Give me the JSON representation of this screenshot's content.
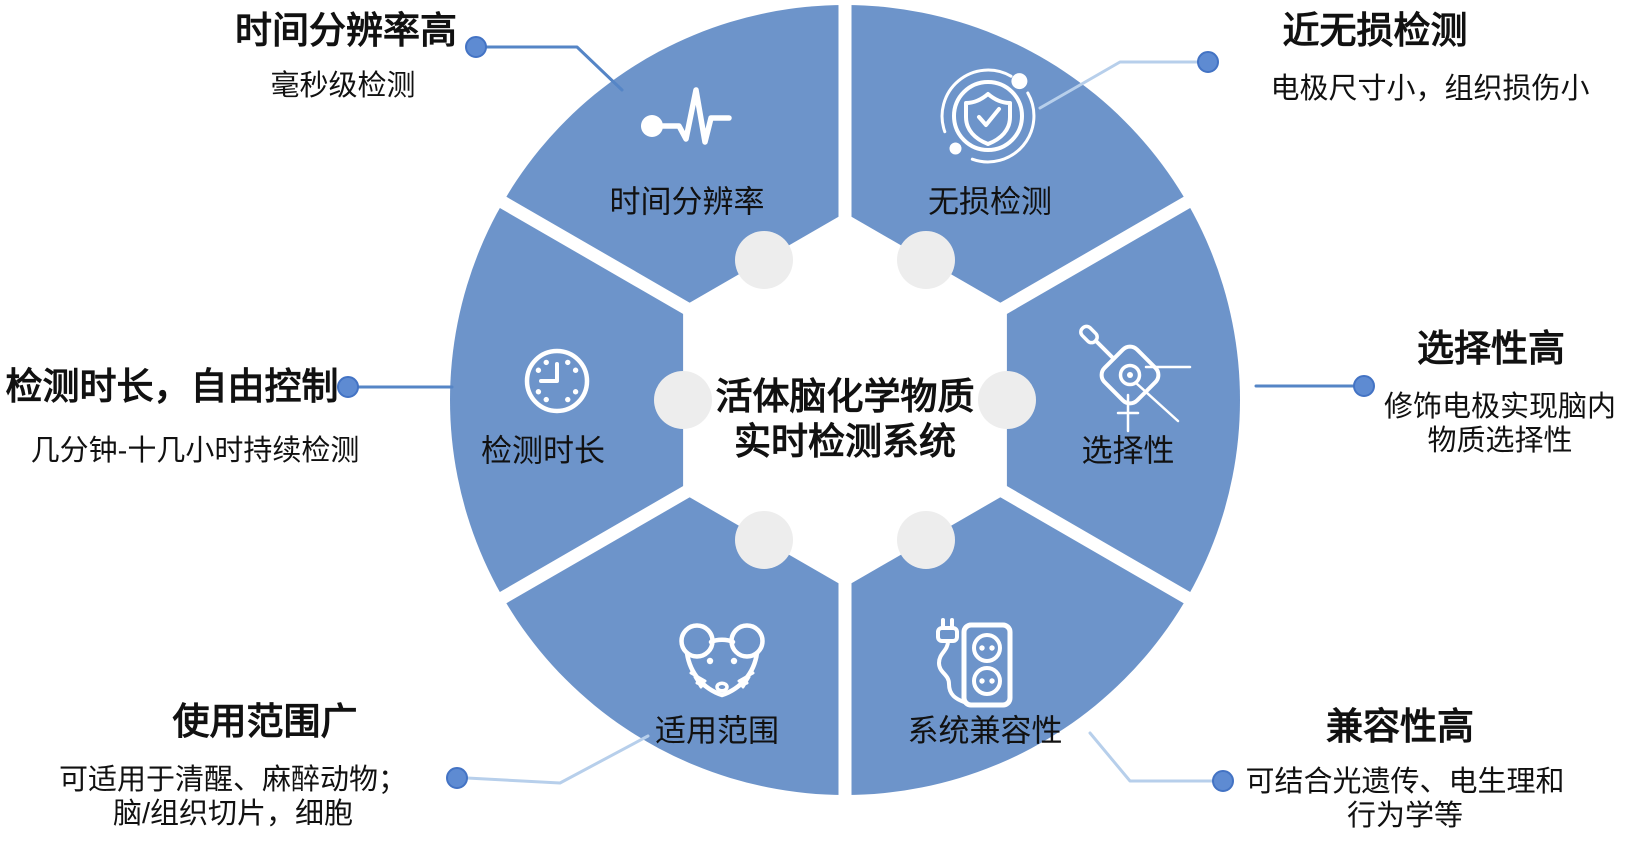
{
  "center": {
    "title": "活体脑化学物质\n实时检测系统"
  },
  "segments": [
    {
      "label": "时间分辨率",
      "icon": "pulse-waveform-icon",
      "position": "top-left"
    },
    {
      "label": "无损检测",
      "icon": "shield-check-icon",
      "position": "top-right"
    },
    {
      "label": "选择性",
      "icon": "satellite-probe-icon",
      "position": "right"
    },
    {
      "label": "系统兼容性",
      "icon": "power-socket-plug-icon",
      "position": "bottom-right"
    },
    {
      "label": "适用范围",
      "icon": "mouse-animal-icon",
      "position": "bottom-left"
    },
    {
      "label": "检测时长",
      "icon": "clock-icon",
      "position": "left"
    }
  ],
  "callouts": [
    {
      "title": "时间分辨率高",
      "description": "毫秒级检测",
      "position": "top-left"
    },
    {
      "title": "近无损检测",
      "description": "电极尺寸小，组织损伤小",
      "position": "top-right"
    },
    {
      "title": "选择性高",
      "description": "修饰电极实现脑内\n物质选择性",
      "position": "right"
    },
    {
      "title": "兼容性高",
      "description": "可结合光遗传、电生理和\n行为学等",
      "position": "bottom-right"
    },
    {
      "title": "使用范围广",
      "description": "可适用于清醒、麻醉动物；\n脑/组织切片，细胞",
      "position": "bottom-left"
    },
    {
      "title": "检测时长，自由控制",
      "description": "几分钟-十几小时持续检测",
      "position": "left"
    }
  ],
  "colors": {
    "segment_blue": "#6d94ca",
    "hub_gray": "#ededed",
    "connector_dark": "#5585c6",
    "connector_light": "#b7cfeb",
    "dot_fill": "#5e8bd2",
    "dot_stroke": "#4373c4",
    "icon_white": "#ffffff",
    "text_black": "#111111",
    "background": "#ffffff"
  }
}
